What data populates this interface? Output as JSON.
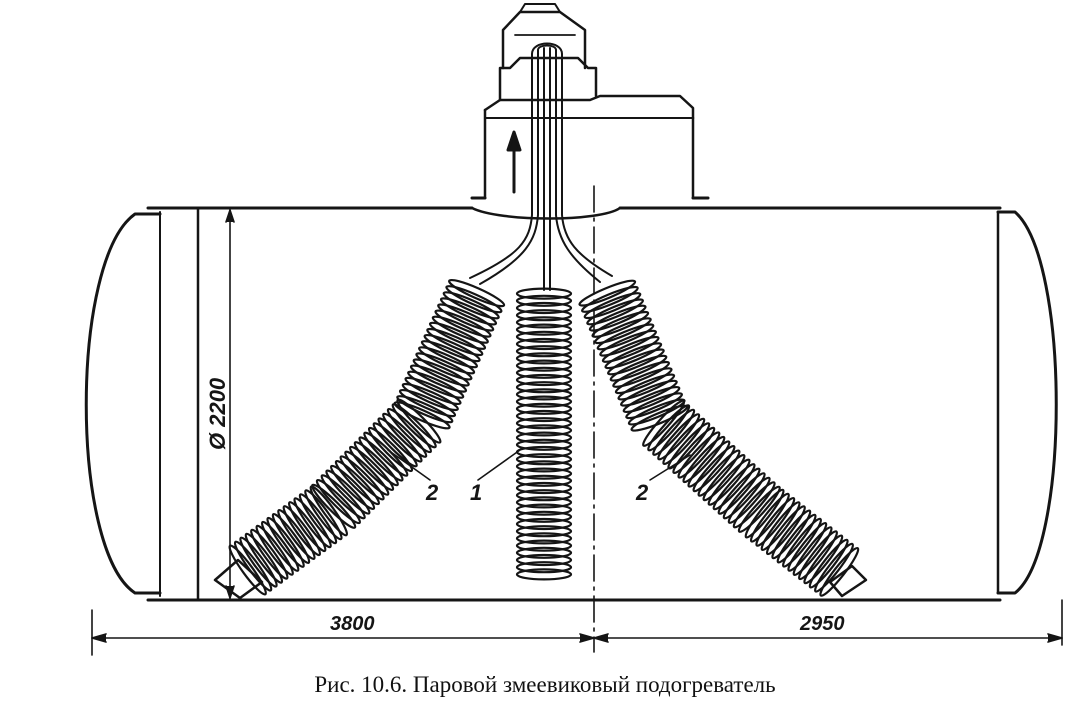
{
  "caption": "Рис. 10.6. Паровой змеевиковый подогреватель",
  "dimensions": {
    "diameter": "Ø 2200",
    "left_length": "3800",
    "right_length": "2950"
  },
  "callouts": {
    "left_outer": "2",
    "center": "1",
    "right_outer": "2"
  },
  "colors": {
    "ink": "#151515",
    "paper": "#ffffff"
  }
}
